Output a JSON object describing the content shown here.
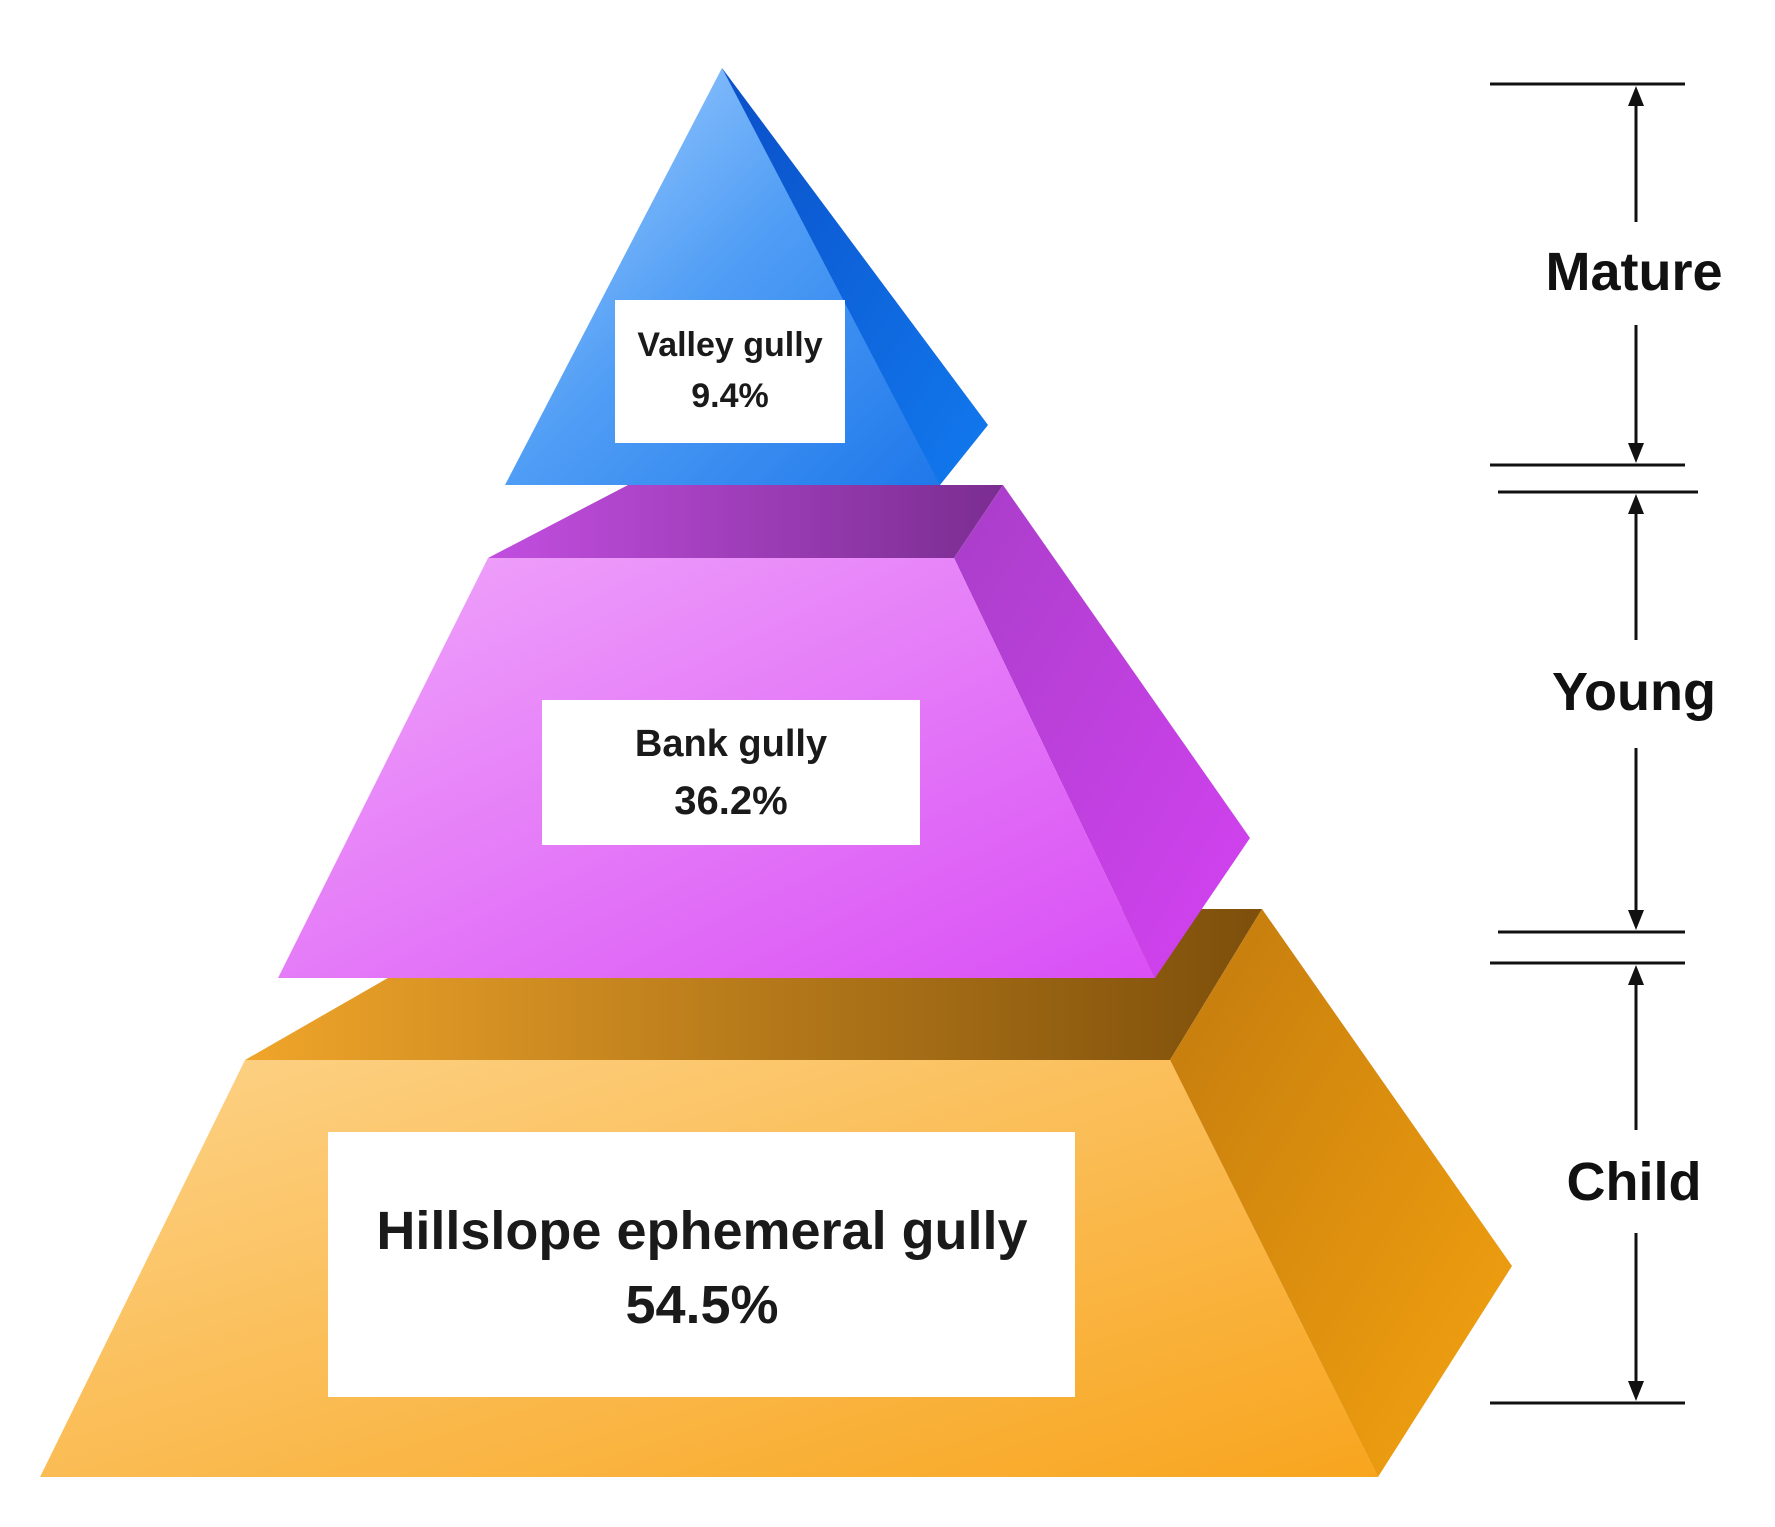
{
  "layers": [
    {
      "id": "valley",
      "name": "Valley gully",
      "percent": "9.4%",
      "value": 9.4
    },
    {
      "id": "bank",
      "name": "Bank gully",
      "percent": "36.2%",
      "value": 36.2
    },
    {
      "id": "hillslope",
      "name": "Hillslope ephemeral gully",
      "percent": "54.5%",
      "value": 54.5
    }
  ],
  "stages": {
    "mature": "Mature",
    "young": "Young",
    "child": "Child"
  },
  "colors": {
    "valley": "#2f86f0",
    "bank": "#e36cf5",
    "hillslope": "#f9b23c"
  }
}
